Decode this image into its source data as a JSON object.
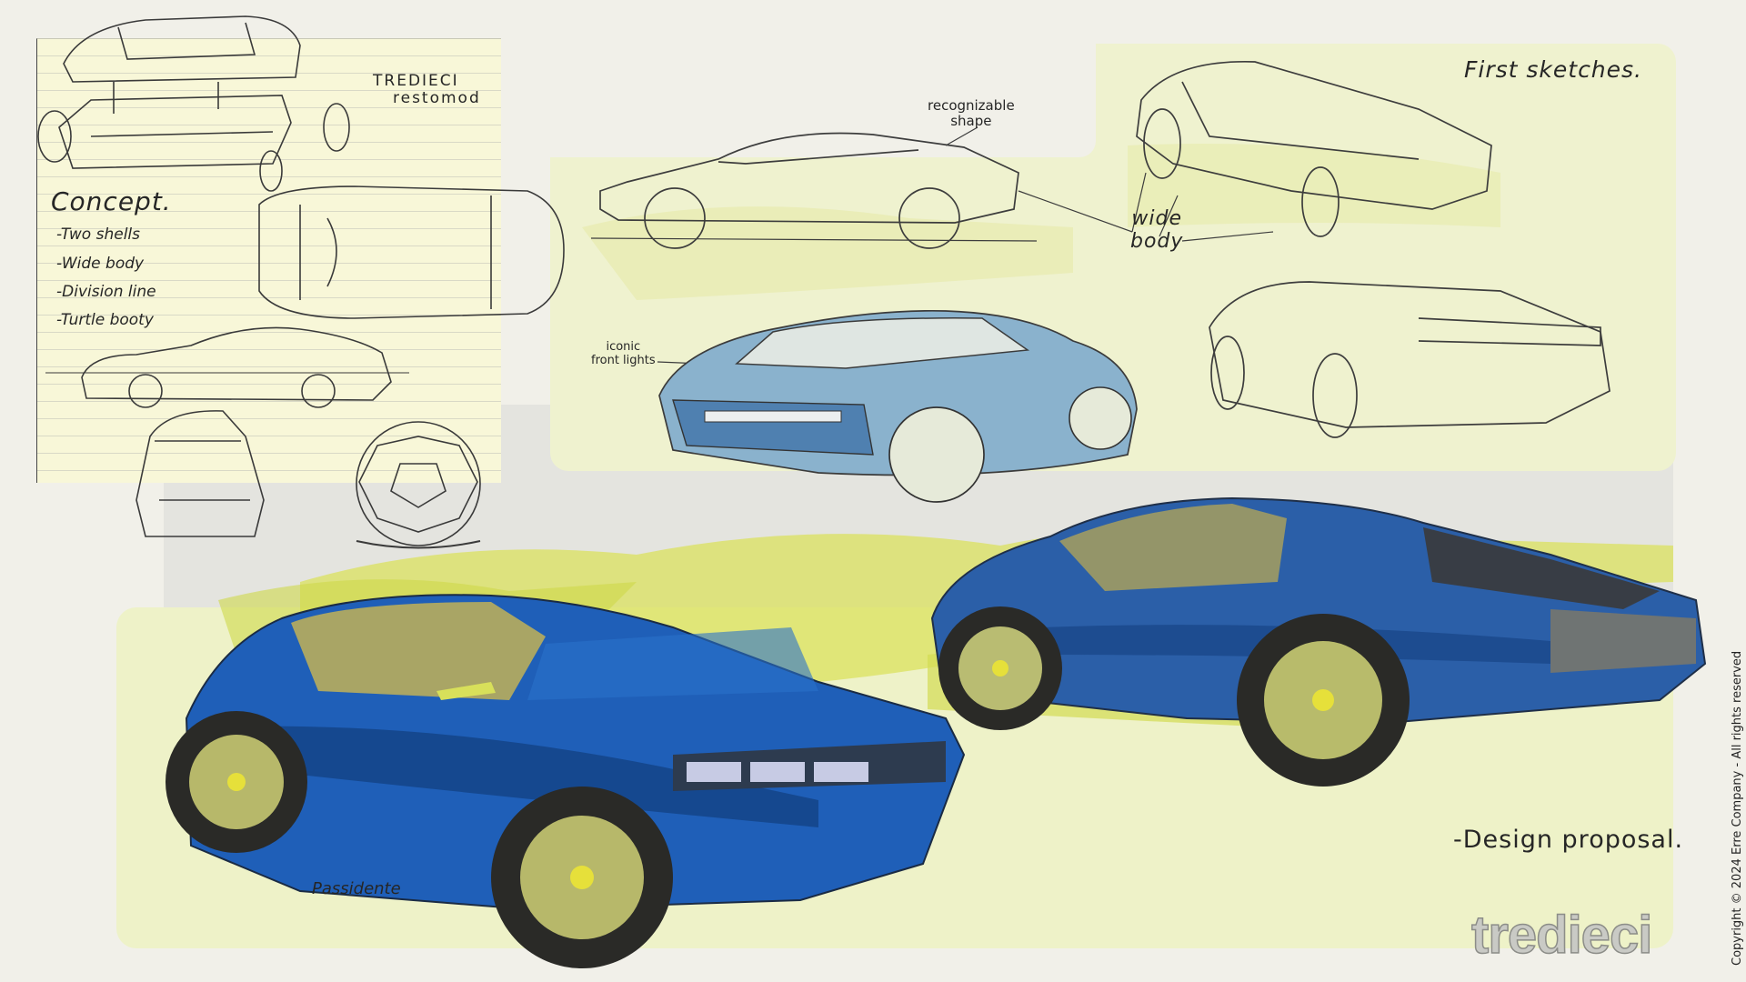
{
  "notepad": {
    "title_line1": "TREDIECI",
    "title_line2": "restomod",
    "concept_heading": "Concept.",
    "bullets": [
      "-Two shells",
      "-Wide body",
      "-Division line",
      "-Turtle booty"
    ]
  },
  "annotations": {
    "recognizable_shape": "recognizable\nshape",
    "wide_body": "wide\nbody",
    "iconic_front_lights": "iconic\nfront lights",
    "first_sketches": "First sketches.",
    "design_proposal": "-Design proposal.",
    "signature": "Passidente"
  },
  "branding": {
    "logo": "tredieci",
    "copyright": "Copyright © 2024 Erre Company - All rights reserved"
  },
  "colors": {
    "body_blue": "#1f5fb8",
    "accent_lime": "#d8e05a",
    "background": "#f1f0e9"
  }
}
